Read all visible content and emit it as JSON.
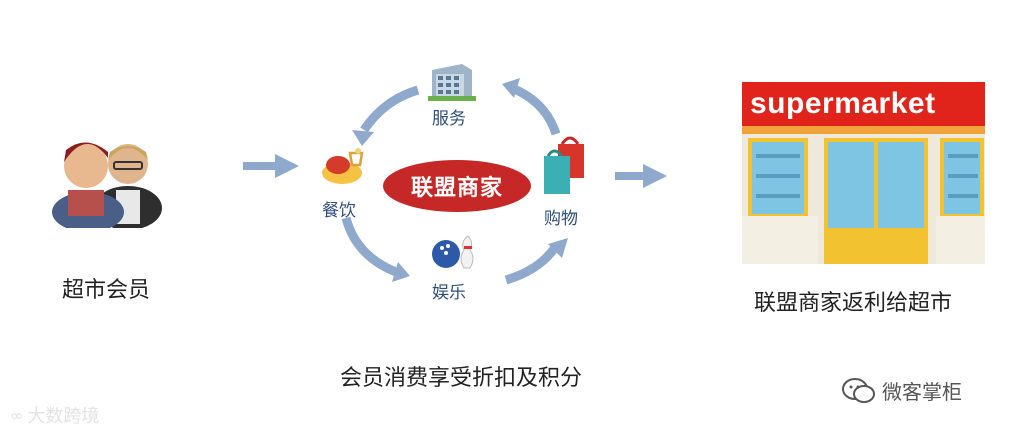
{
  "left": {
    "members_label": "超市会员"
  },
  "center": {
    "hub_label": "联盟商家",
    "nodes": {
      "service": "服务",
      "dining": "餐饮",
      "entertainment": "娱乐",
      "shopping": "购物"
    },
    "caption": "会员消费享受折扣及积分"
  },
  "right": {
    "store_sign": "supermarket",
    "rebate_label": "联盟商家返利给超市"
  },
  "watermarks": {
    "left": "大数跨境",
    "right": "微客掌柜"
  },
  "colors": {
    "arrow": "#8fa9cd",
    "hub": "#c62828",
    "store_sign_bg": "#e1241b"
  }
}
